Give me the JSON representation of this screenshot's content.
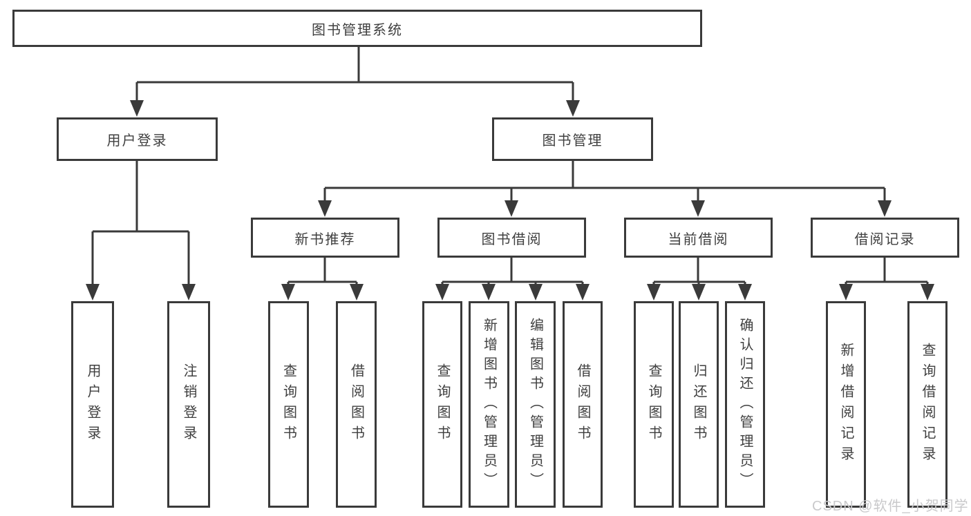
{
  "page": {
    "background": "#ffffff",
    "line_color": "#3a3a3a",
    "text_color": "#3f3f3f",
    "watermark": {
      "text": "CSDN @软件_小贺同学",
      "color": "#c9c9cb"
    }
  },
  "tree": {
    "root": {
      "label": "图书管理系统"
    },
    "level2": [
      {
        "label": "用户登录"
      },
      {
        "label": "图书管理"
      }
    ],
    "level3": [
      {
        "label": "新书推荐"
      },
      {
        "label": "图书借阅"
      },
      {
        "label": "当前借阅"
      },
      {
        "label": "借阅记录"
      }
    ],
    "leaves": {
      "user_login": [
        "用户登录",
        "注销登录"
      ],
      "new_book": [
        "查询图书",
        "借阅图书"
      ],
      "borrow": [
        "查询图书",
        "新增图书（管理员）",
        "编辑图书（管理员）",
        "借阅图书"
      ],
      "current": [
        "查询图书",
        "归还图书",
        "确认归还（管理员）"
      ],
      "records": [
        "新增借阅记录",
        "查询借阅记录"
      ]
    }
  }
}
